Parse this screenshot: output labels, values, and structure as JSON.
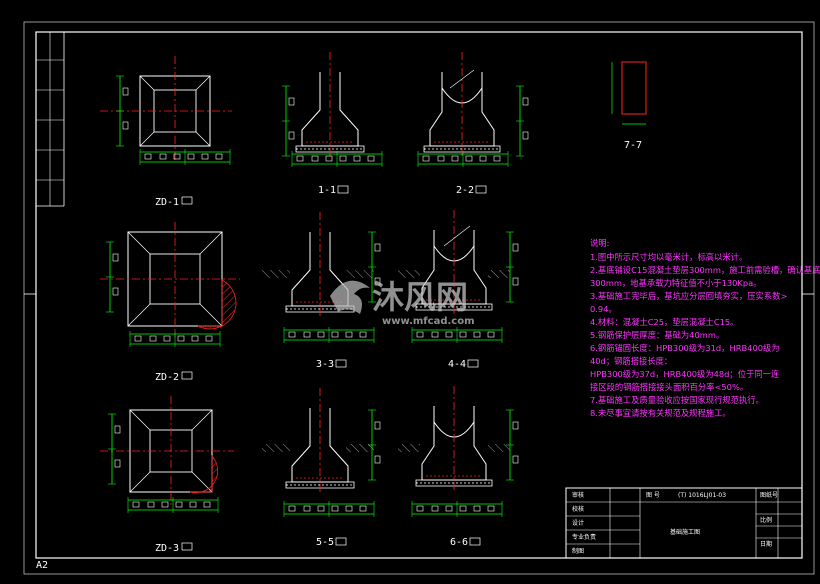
{
  "drawing": {
    "sheet_size": "A2",
    "views": [
      {
        "id": "zd1",
        "label": "ZD-1"
      },
      {
        "id": "s11",
        "label": "1-1"
      },
      {
        "id": "s22",
        "label": "2-2"
      },
      {
        "id": "s77",
        "label": "7-7"
      },
      {
        "id": "zd2",
        "label": "ZD-2"
      },
      {
        "id": "s33",
        "label": "3-3"
      },
      {
        "id": "s44",
        "label": "4-4"
      },
      {
        "id": "zd3",
        "label": "ZD-3"
      },
      {
        "id": "s55",
        "label": "5-5"
      },
      {
        "id": "s66",
        "label": "6-6"
      }
    ]
  },
  "notes": {
    "title": "说明:",
    "lines": [
      "1.图中所示尺寸均以毫米计，标高以米计。",
      "2.基底铺设C15混凝土垫层300mm，施工前需验槽，确认基底",
      "300mm，地基承载力特征值不小于130Kpa。",
      "3.基础施工完毕后，基坑应分层回填夯实，压实系数>",
      "0.94。",
      "4.材料：混凝土C25，垫层混凝土C15。",
      "5.钢筋保护层厚度：基础为40mm。",
      "6.钢筋锚固长度：HPB300级为31d，HRB400级为",
      "40d；钢筋搭接长度：",
      "HPB300级为37d，HRB400级为48d；位于同一连",
      "接区段的钢筋搭接接头面积百分率<50%。",
      "7.基础施工及质量验收应按国家现行规范执行。",
      "8.未尽事宜请按有关规范及规程施工。"
    ]
  },
  "title_block": {
    "project_no": "(T) 1016LJ01-03",
    "drawing_title": "基础施工图",
    "left_labels": [
      "审核",
      "校核",
      "设计",
      "专业负责",
      "制图"
    ],
    "mid_label": "图 号",
    "right_labels": [
      "图纸号",
      "比例",
      "日期"
    ]
  },
  "watermark": {
    "brand": "沐风网",
    "url": "www.mfcad.com"
  },
  "colors": {
    "background": "#000000",
    "outline": "#ffffff",
    "dimension": "#00ff00",
    "centerline": "#ff0000",
    "hatch": "#ff0000",
    "notes": "#ff33ff"
  }
}
